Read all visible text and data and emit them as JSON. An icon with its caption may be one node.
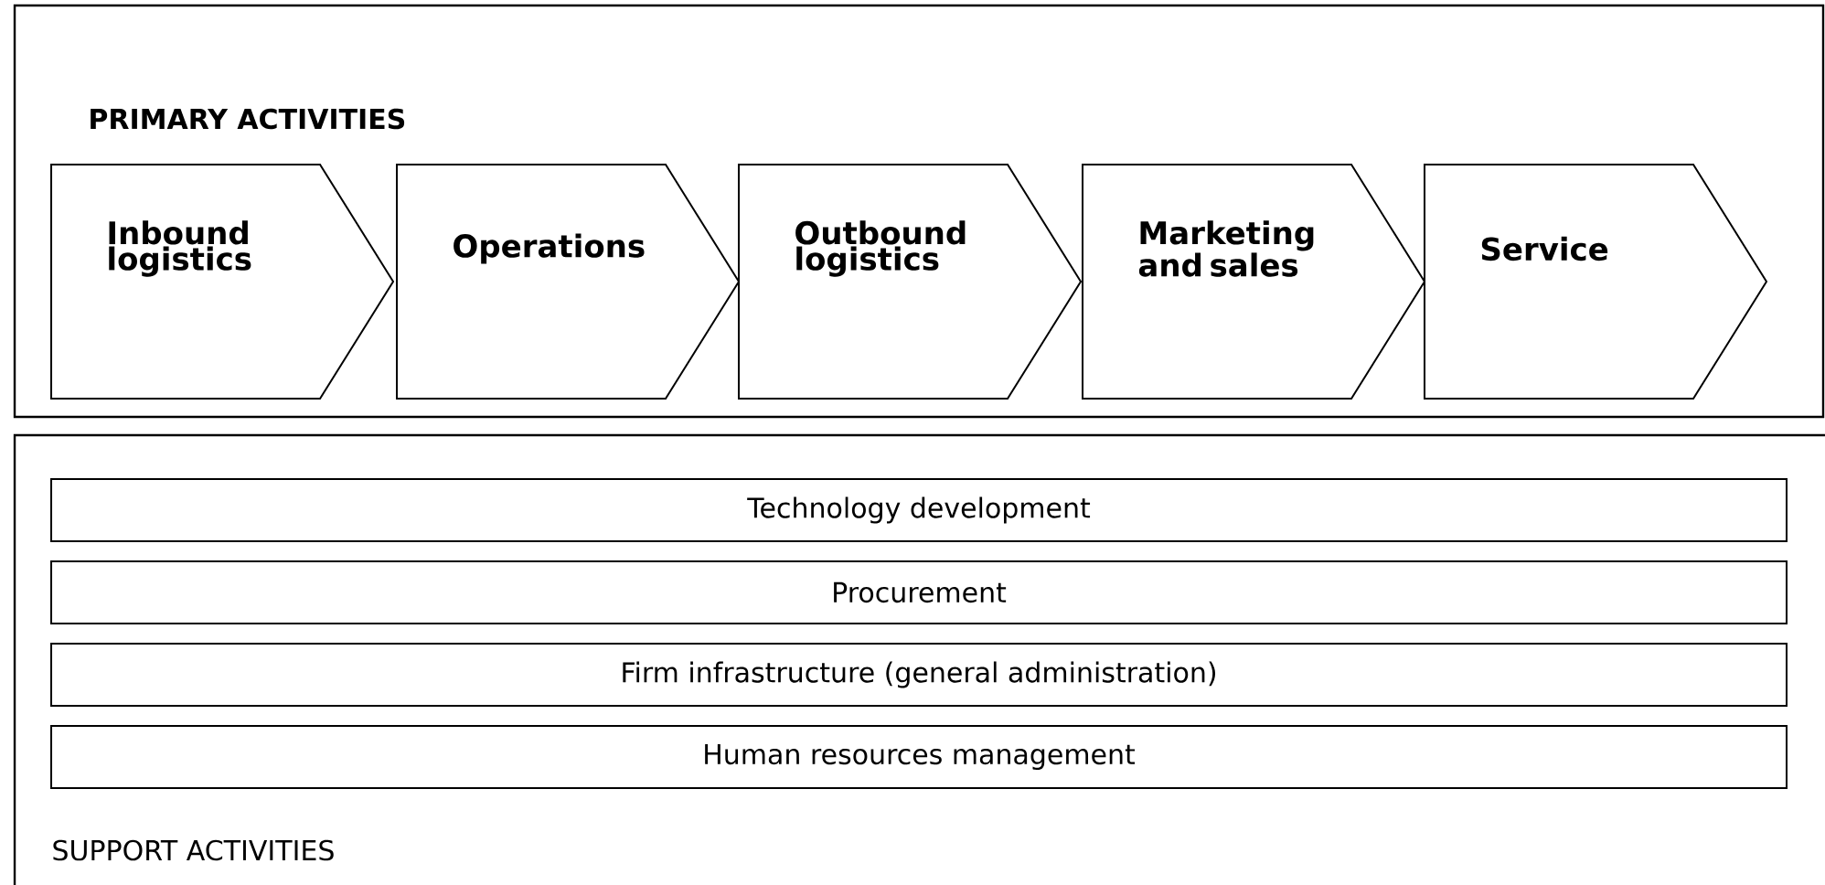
{
  "diagram": {
    "nodes": [
      {
        "text": [
          "PRIMARY ACTIVITIES"
        ]
      },
      {
        "text": [
          "Inbound logistics"
        ],
        "in": 0
      },
      {
        "text": [
          "Operations"
        ],
        "in": 0
      },
      {
        "text": [
          "Outbound logistics"
        ],
        "in": 0
      },
      {
        "text": [
          "Marketing and sales"
        ],
        "in": 0
      },
      {
        "text": [
          "Service"
        ],
        "in": 0
      },
      {
        "text": [
          "SUPPORT ACTIVITIES"
        ]
      },
      {
        "text": [
          "Technology development"
        ],
        "in": 6
      },
      {
        "text": [
          "Procurement"
        ],
        "in": 6
      },
      {
        "text": [
          "Firm infrastructure (general administration)"
        ],
        "in": 6
      },
      {
        "text": [
          "Human resources management"
        ],
        "in": 6
      }
    ]
  }
}
